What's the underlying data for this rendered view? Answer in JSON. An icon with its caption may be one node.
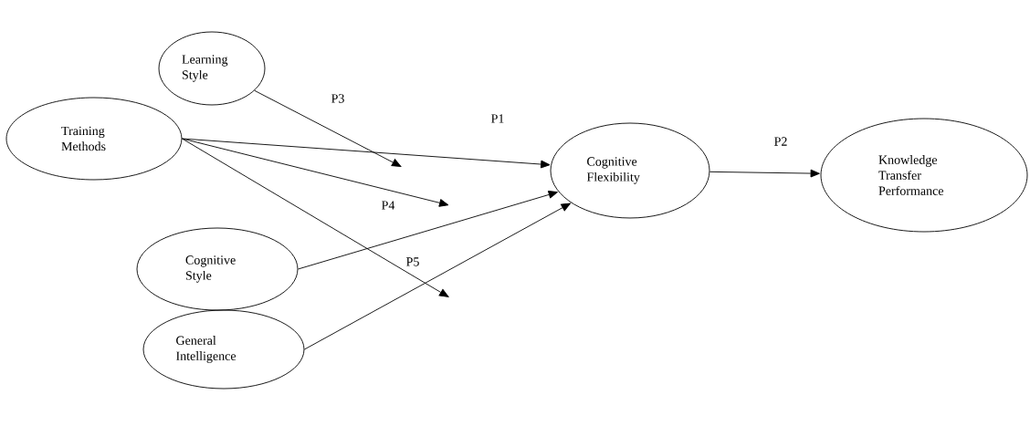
{
  "diagram": {
    "nodes": [
      {
        "text": [
          "Learning Style"
        ]
      },
      {
        "text": [
          "Training Methods"
        ]
      },
      {
        "text": [
          "Cognitive Style"
        ]
      },
      {
        "text": [
          "General Intelligence"
        ]
      },
      {
        "text": [
          "Cognitive Flexibility"
        ]
      },
      {
        "text": [
          "Knowledge Transfer Performance"
        ]
      }
    ],
    "edges": [
      {
        "from": 0,
        "to": null,
        "arrow": "to",
        "label": "P3"
      },
      {
        "from": 1,
        "to": 4,
        "arrow": "to",
        "label": "P1"
      },
      {
        "from": 1,
        "to": null,
        "arrow": "to",
        "label": "P4"
      },
      {
        "from": 2,
        "to": 4,
        "arrow": "to"
      },
      {
        "from": 1,
        "to": null,
        "arrow": "to",
        "label": "P5"
      },
      {
        "from": 3,
        "to": 4,
        "arrow": "to"
      },
      {
        "from": 4,
        "to": 5,
        "arrow": "to",
        "label": "P2"
      }
    ]
  }
}
